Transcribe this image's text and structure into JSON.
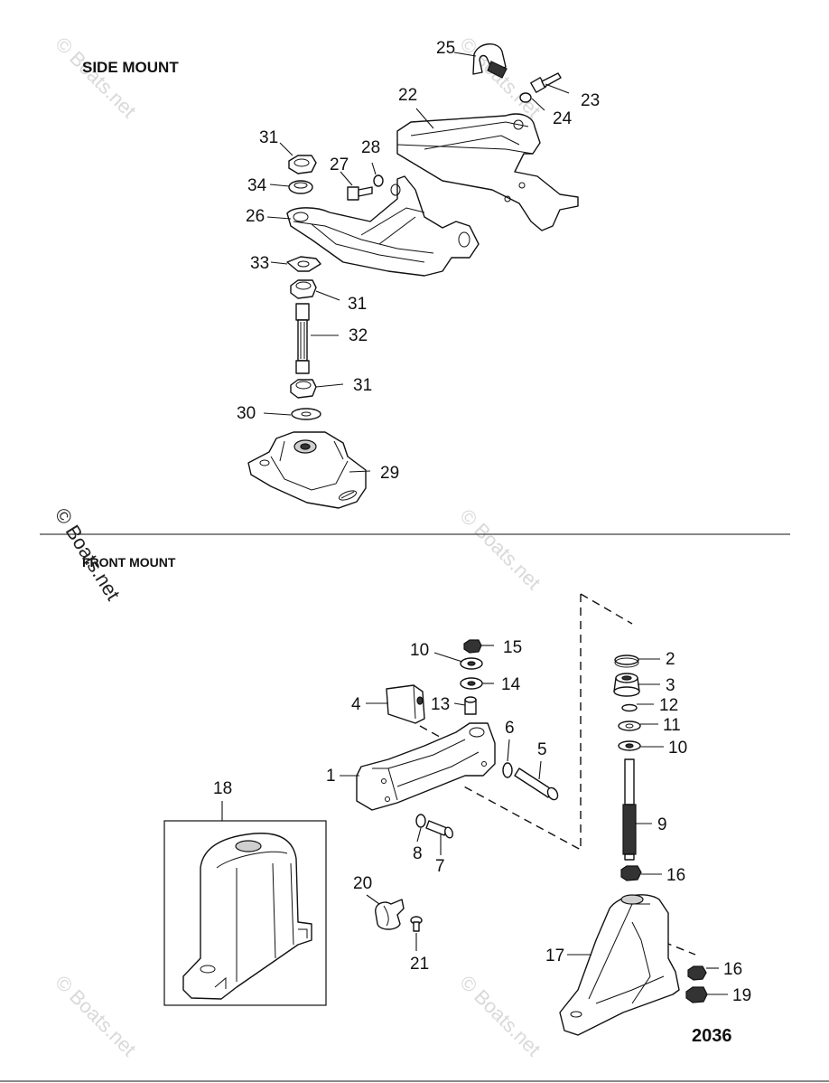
{
  "sections": {
    "side_mount_title": "SIDE MOUNT",
    "front_mount_title": "FRONT MOUNT"
  },
  "figure_number": "2036",
  "watermark": "© Boats.net",
  "callouts": {
    "c25": "25",
    "c23": "23",
    "c24": "24",
    "c22": "22",
    "c31a": "31",
    "c34": "34",
    "c27": "27",
    "c28": "28",
    "c26": "26",
    "c33": "33",
    "c31b": "31",
    "c32": "32",
    "c31c": "31",
    "c30": "30",
    "c29": "29",
    "c15": "15",
    "c10a": "10",
    "c14": "14",
    "c4": "4",
    "c13": "13",
    "c6": "6",
    "c5": "5",
    "c1": "1",
    "c8": "8",
    "c7": "7",
    "c18": "18",
    "c20": "20",
    "c21": "21",
    "c2": "2",
    "c3": "3",
    "c12": "12",
    "c11": "11",
    "c10b": "10",
    "c9": "9",
    "c16a": "16",
    "c17": "17",
    "c16b": "16",
    "c19": "19"
  },
  "colors": {
    "line": "#111111",
    "watermark": "#d9d9d9",
    "background": "#ffffff"
  }
}
